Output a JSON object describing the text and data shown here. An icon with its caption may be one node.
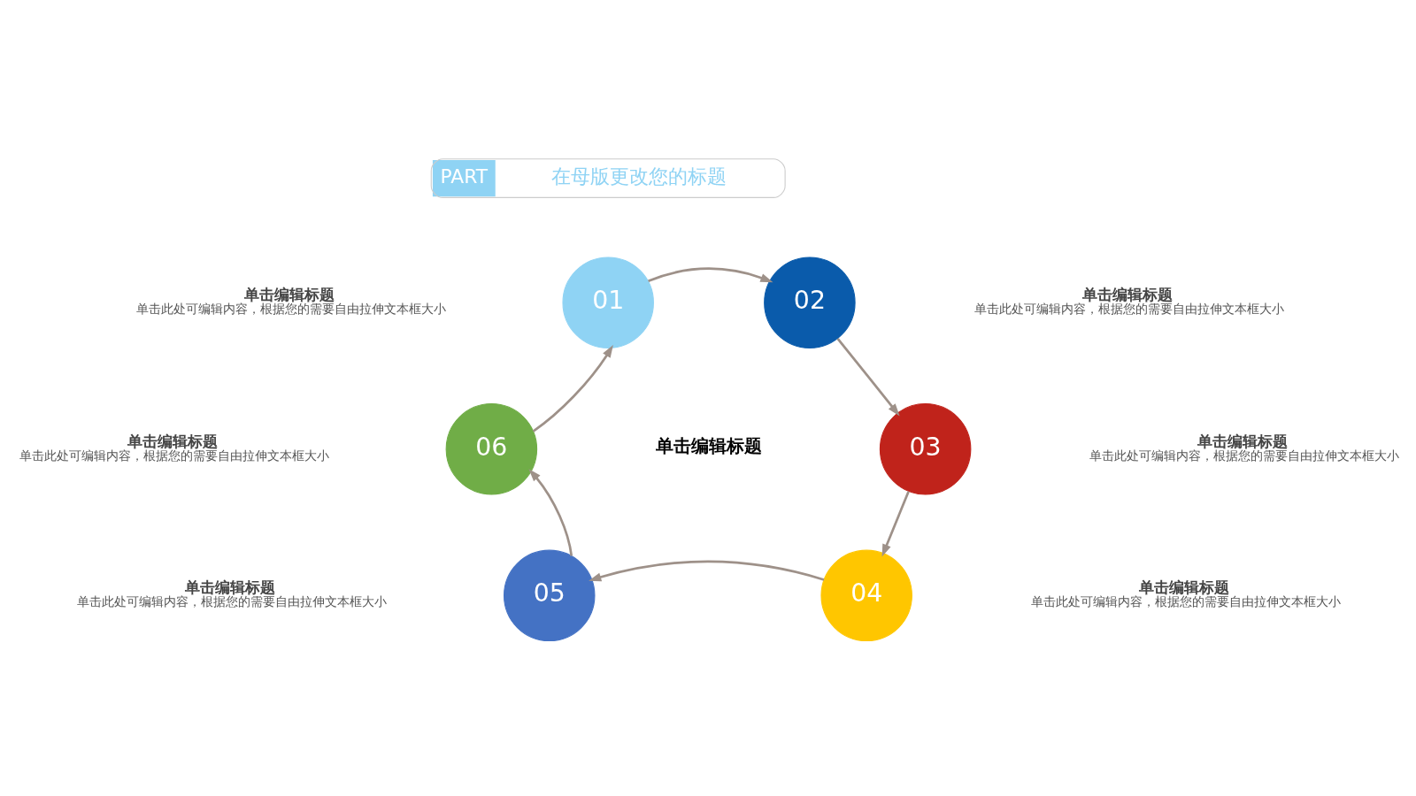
{
  "diagram": {
    "nodes": [
      {
        "text": [
          "PART",
          "在母版更改您的标题"
        ]
      },
      {
        "text": [
          "01"
        ],
        "beside": [
          "单击编辑标题",
          "单击此处可编辑内容，根据您的需要自由拉伸文本框大小"
        ]
      },
      {
        "text": [
          "02"
        ],
        "beside": [
          "单击编辑标题",
          "单击此处可编辑内容，根据您的需要自由拉伸文本框大小"
        ]
      },
      {
        "text": [
          "03"
        ],
        "beside": [
          "单击编辑标题",
          "单击此处可编辑内容，根据您的需要自由拉伸文本框大小"
        ]
      },
      {
        "text": [
          "04"
        ],
        "beside": [
          "单击编辑标题",
          "单击此处可编辑内容，根据您的需要自由拉伸文本框大小"
        ]
      },
      {
        "text": [
          "05"
        ],
        "beside": [
          "单击编辑标题",
          "单击此处可编辑内容，根据您的需要自由拉伸文本框大小"
        ]
      },
      {
        "text": [
          "06"
        ],
        "beside": [
          "单击编辑标题",
          "单击此处可编辑内容，根据您的需要自由拉伸文本框大小"
        ]
      }
    ],
    "edges": [
      {
        "from": 1,
        "to": 2,
        "arrow": "to"
      },
      {
        "from": 2,
        "to": 3,
        "arrow": "to"
      },
      {
        "from": 3,
        "to": 4,
        "arrow": "to"
      },
      {
        "from": 4,
        "to": 5,
        "arrow": "to"
      },
      {
        "from": 5,
        "to": 6,
        "arrow": "to"
      },
      {
        "from": 6,
        "to": 1,
        "arrow": "to"
      }
    ],
    "labels": [
      "单击编辑标题"
    ]
  }
}
